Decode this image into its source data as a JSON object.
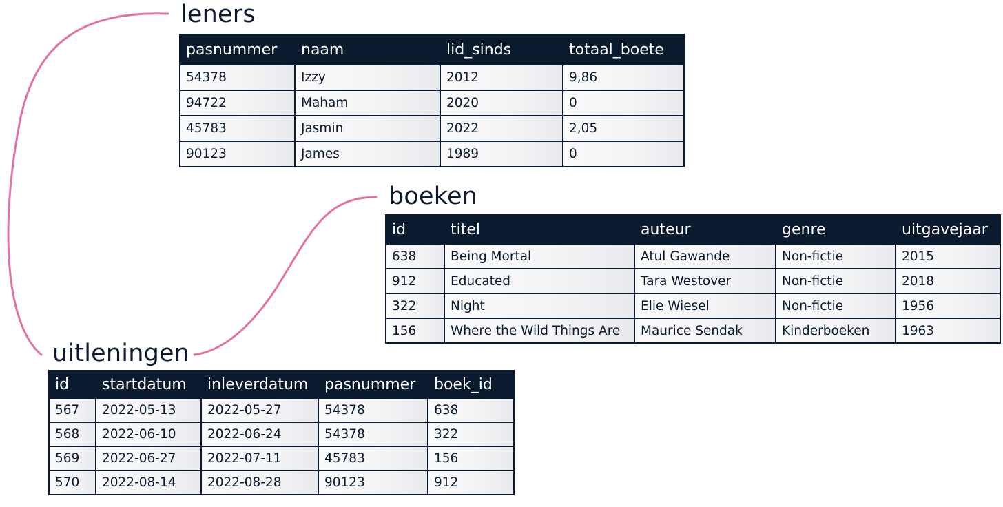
{
  "tables": {
    "leners": {
      "title": "leners",
      "columns": [
        "pasnummer",
        "naam",
        "lid_sinds",
        "totaal_boete"
      ],
      "rows": [
        [
          "54378",
          "Izzy",
          "2012",
          "9,86"
        ],
        [
          "94722",
          "Maham",
          "2020",
          "0"
        ],
        [
          "45783",
          "Jasmin",
          "2022",
          "2,05"
        ],
        [
          "90123",
          "James",
          "1989",
          "0"
        ]
      ]
    },
    "boeken": {
      "title": "boeken",
      "columns": [
        "id",
        "titel",
        "auteur",
        "genre",
        "uitgavejaar"
      ],
      "rows": [
        [
          "638",
          "Being Mortal",
          "Atul Gawande",
          "Non-fictie",
          "2015"
        ],
        [
          "912",
          "Educated",
          "Tara Westover",
          "Non-fictie",
          "2018"
        ],
        [
          "322",
          "Night",
          "Elie Wiesel",
          "Non-fictie",
          "1956"
        ],
        [
          "156",
          "Where the Wild Things Are",
          "Maurice Sendak",
          "Kinderboeken",
          "1963"
        ]
      ]
    },
    "uitleningen": {
      "title": "uitleningen",
      "columns": [
        "id",
        "startdatum",
        "inleverdatum",
        "pasnummer",
        "boek_id"
      ],
      "rows": [
        [
          "567",
          "2022-05-13",
          "2022-05-27",
          "54378",
          "638"
        ],
        [
          "568",
          "2022-06-10",
          "2022-06-24",
          "54378",
          "322"
        ],
        [
          "569",
          "2022-06-27",
          "2022-07-11",
          "45783",
          "156"
        ],
        [
          "570",
          "2022-08-14",
          "2022-08-28",
          "90123",
          "912"
        ]
      ]
    }
  },
  "colors": {
    "header_bg": "#0b1a2e",
    "header_text": "#ffffff",
    "cell_bg": "#f2f2f4",
    "connector": "#e272a6",
    "title_text": "#0b1a2e"
  }
}
